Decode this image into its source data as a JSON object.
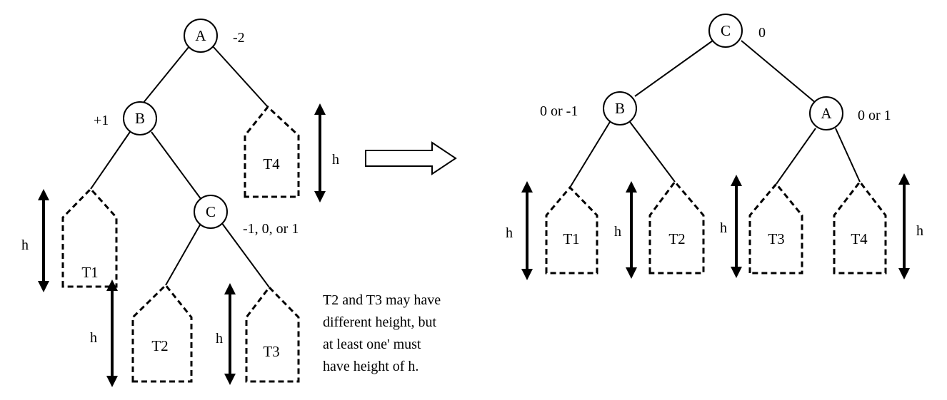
{
  "before": {
    "nodes": {
      "A": "A",
      "B": "B",
      "C": "C"
    },
    "balances": {
      "A": "-2",
      "B": "+1",
      "C": "-1, 0, or 1"
    },
    "subtrees": {
      "T1": "T1",
      "T2": "T2",
      "T3": "T3",
      "T4": "T4"
    },
    "height_label": "h",
    "note_lines": [
      "T2 and T3 may have",
      "different height, but",
      "at least one' must",
      "have height of h."
    ]
  },
  "after": {
    "nodes": {
      "A": "A",
      "B": "B",
      "C": "C"
    },
    "balances": {
      "A": "0 or 1",
      "B": "0 or -1",
      "C": "0"
    },
    "subtrees": {
      "T1": "T1",
      "T2": "T2",
      "T3": "T3",
      "T4": "T4"
    },
    "height_label": "h"
  }
}
